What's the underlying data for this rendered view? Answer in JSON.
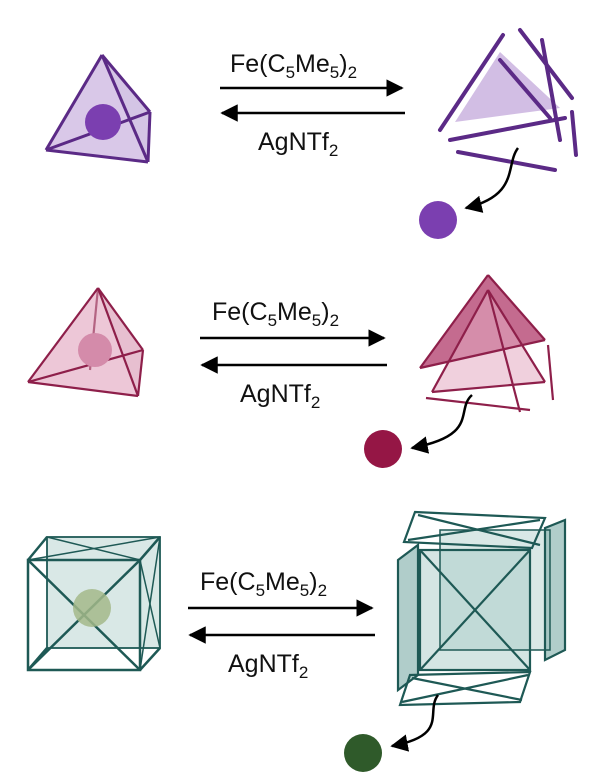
{
  "reactions": [
    {
      "forward_reagent": {
        "base": "Fe(C",
        "sub1": "5",
        "mid": "Me",
        "sub2": "5",
        "close": ")",
        "sub3": "2"
      },
      "reverse_reagent": {
        "base": "AgNTf",
        "sub": "2"
      },
      "colors": {
        "cage": "#5B2A86",
        "fill": "#BFA3D9",
        "guest": "#7B3FB0"
      }
    },
    {
      "forward_reagent": {
        "base": "Fe(C",
        "sub1": "5",
        "mid": "Me",
        "sub2": "5",
        "close": ")",
        "sub3": "2"
      },
      "reverse_reagent": {
        "base": "AgNTf",
        "sub": "2"
      },
      "colors": {
        "cage": "#8E1F4A",
        "fill": "#E3A9C1",
        "guest": "#951645"
      }
    },
    {
      "forward_reagent": {
        "base": "Fe(C",
        "sub1": "5",
        "mid": "Me",
        "sub2": "5",
        "close": ")",
        "sub3": "2"
      },
      "reverse_reagent": {
        "base": "AgNTf",
        "sub": "2"
      },
      "colors": {
        "cage": "#1E5955",
        "fill": "#BFD9D6",
        "guest": "#2F5A2A"
      }
    }
  ]
}
